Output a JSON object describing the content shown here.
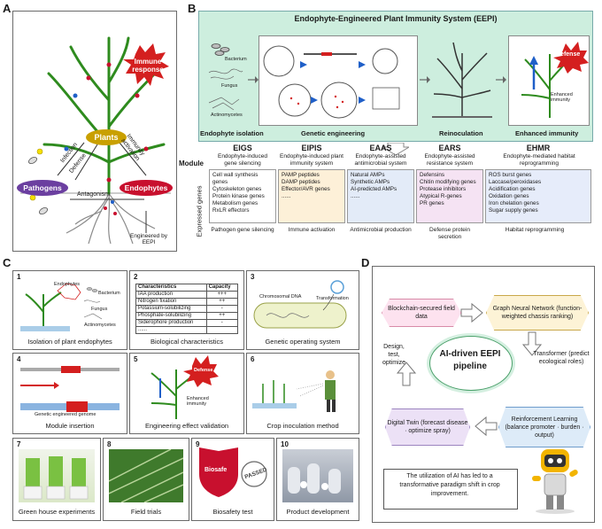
{
  "panels": {
    "a": "A",
    "b": "B",
    "c": "C",
    "d": "D"
  },
  "panel_a": {
    "immune_response": "Immune response",
    "plants": "Plants",
    "pathogens": "Pathogens",
    "endophytes": "Endophytes",
    "infection": "Infection",
    "defense": "Defense",
    "immunity_activation": "Immunity activation",
    "antagonism": "Antagonism",
    "engineered_by_eepi": "Engineered by EEPI",
    "colors": {
      "plant": "#2e8b1e",
      "plants_node": "#c9a000",
      "pathogens_node": "#6b3fa0",
      "endophytes_node": "#c8102e",
      "burst": "#d41f1f"
    }
  },
  "panel_b": {
    "title": "Endophyte-Engineered Plant Immunity System (EEPI)",
    "bacterium": "Bacterium",
    "fungus": "Fungus",
    "actinomycetes": "Actinomycetes",
    "defense": "Defense",
    "enhanced_immunity_small": "Enhanced immunity",
    "steps": [
      "Endophyte isolation",
      "Genetic engineering",
      "Reinoculation",
      "Enhanced immunity"
    ],
    "module_label": "Module",
    "expressed_genes_label": "Expressed genes",
    "modules": [
      {
        "code": "EIGS",
        "subtitle": "Endophyte-induced gene silencing",
        "genes": [
          "Cell wall synthesis genes",
          "Cytoskeleton genes",
          "Protein kinase genes",
          "Metabolism genes",
          "RxLR effectors"
        ],
        "outcome": "Pathogen gene silencing"
      },
      {
        "code": "EIPIS",
        "subtitle": "Endophyte-induced plant immunity system",
        "genes": [
          "PAMP peptides",
          "DAMP peptides",
          "Effector/AVR genes",
          "......"
        ],
        "outcome": "Immune activation"
      },
      {
        "code": "EAAS",
        "subtitle": "Endophyte-assisted antimicrobial system",
        "genes": [
          "Natural AMPs",
          "Synthetic AMPs",
          "AI-predicted AMPs",
          "......"
        ],
        "outcome": "Antimicrobial production"
      },
      {
        "code": "EARS",
        "subtitle": "Endophyte-assisted resistance system",
        "genes": [
          "Defensins",
          "Chitin modifying genes",
          "Protease inhibitors",
          "Atypical R-genes",
          "PR genes"
        ],
        "outcome": "Defense protein secretion"
      },
      {
        "code": "EHMR",
        "subtitle": "Endophyte-mediated habitat reprogramming",
        "genes": [
          "ROS burst genes",
          "Laccase/peroxidases",
          "Acidification genes",
          "Oxidation genes",
          "Iron chelation genes",
          "Sugar supply genes"
        ],
        "outcome": "Habitat reprogramming"
      }
    ],
    "colors": {
      "header_bg": "#cdeede",
      "eigs": "#ffffff",
      "eipis": "#fdf0d8",
      "eaas": "#e3ebf8",
      "ears": "#f5e3f3",
      "ehmr": "#e6ecfa"
    }
  },
  "panel_c": {
    "items": [
      {
        "num": "1",
        "caption": "Isolation of plant endophytes"
      },
      {
        "num": "2",
        "caption": "Biological characteristics"
      },
      {
        "num": "3",
        "caption": "Genetic operating system"
      },
      {
        "num": "4",
        "caption": "Module insertion"
      },
      {
        "num": "5",
        "caption": "Engineering effect validation"
      },
      {
        "num": "6",
        "caption": "Crop inoculation method"
      },
      {
        "num": "7",
        "caption": "Green house experiments"
      },
      {
        "num": "8",
        "caption": "Field trials"
      },
      {
        "num": "9",
        "caption": "Biosafety test"
      },
      {
        "num": "10",
        "caption": "Product development"
      }
    ],
    "c1": {
      "endophytes": "Endophytes",
      "bacterium": "Bacterium",
      "fungus": "Fungus",
      "actinomycetes": "Actinomycetes"
    },
    "table": {
      "headers": [
        "Characteristics",
        "Capacity"
      ],
      "rows": [
        [
          "IAA production",
          "+++"
        ],
        [
          "Nitrogen fixation",
          "++"
        ],
        [
          "Potassium-solubilizing",
          "-"
        ],
        [
          "Phosphate-solubilizing",
          "++"
        ],
        [
          "Siderophore production",
          "-"
        ],
        [
          "......",
          ""
        ]
      ]
    },
    "c3": {
      "chromosomal_dna": "Chromosomal DNA",
      "transformation": "Transformation"
    },
    "c4": {
      "genome": "Genetic engineered genome"
    },
    "c5": {
      "defense": "Defense",
      "enhanced_immunity": "Enhanced immunity"
    },
    "c9": {
      "biosafe": "Biosafe",
      "passed": "PASSED"
    }
  },
  "panel_d": {
    "center": "AI-driven EEPI pipeline",
    "nodes": {
      "blockchain": "Blockchain-secured field data",
      "gnn": "Graph Neural Network (function-weighted chassis ranking)",
      "rl": "Reinforcement Learning (balance promoter · burden · output)",
      "twin": "Digital Twin (forecast disease · optimize spray)"
    },
    "design": "Design, test, optimize",
    "transformer": "Transformer (predict ecological roles)",
    "quote": "The utilization of AI has led to a transformative paradigm shift in crop improvement.",
    "colors": {
      "blockchain": "#fde2ef",
      "gnn": "#fdf3d6",
      "rl": "#ddebf8",
      "twin": "#ece1f6"
    }
  }
}
